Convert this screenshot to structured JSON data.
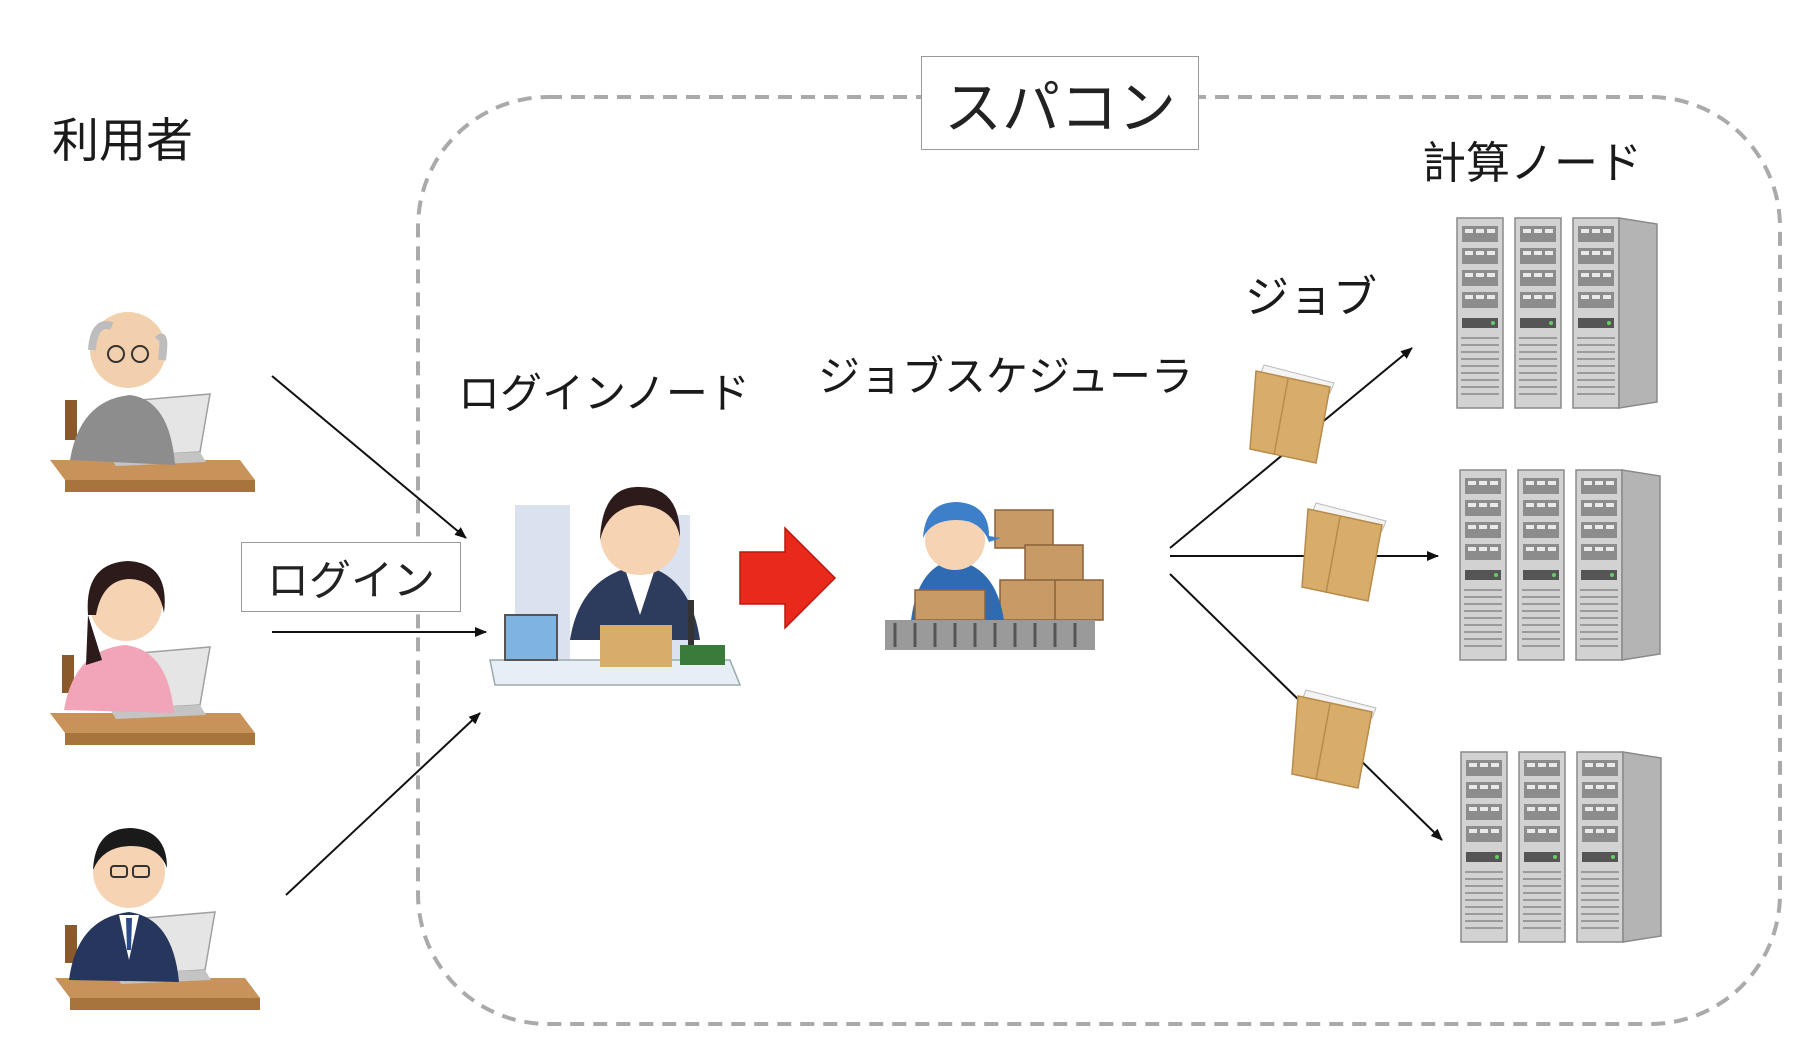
{
  "labels": {
    "users": "利用者",
    "supercomputer": "スパコン",
    "compute_nodes": "計算ノード",
    "login": "ログイン",
    "login_node": "ログインノード",
    "job_scheduler": "ジョブスケジューラ",
    "job": "ジョブ"
  },
  "icons": {
    "users": [
      "elderly-man-laptop-icon",
      "woman-laptop-icon",
      "businessman-laptop-icon"
    ],
    "login_node": "receptionist-icon",
    "job_scheduler": "warehouse-worker-icon",
    "jobs": [
      "envelope-icon",
      "envelope-icon",
      "envelope-icon"
    ],
    "compute_nodes": [
      "server-rack-icon",
      "server-rack-icon",
      "server-rack-icon"
    ],
    "flow_arrow": "red-right-arrow-icon"
  },
  "colors": {
    "dashed_border": "#aaaaaa",
    "flow_arrow": "#e8291c",
    "envelope": "#d8ad6a",
    "server": "#c9c9c9"
  }
}
